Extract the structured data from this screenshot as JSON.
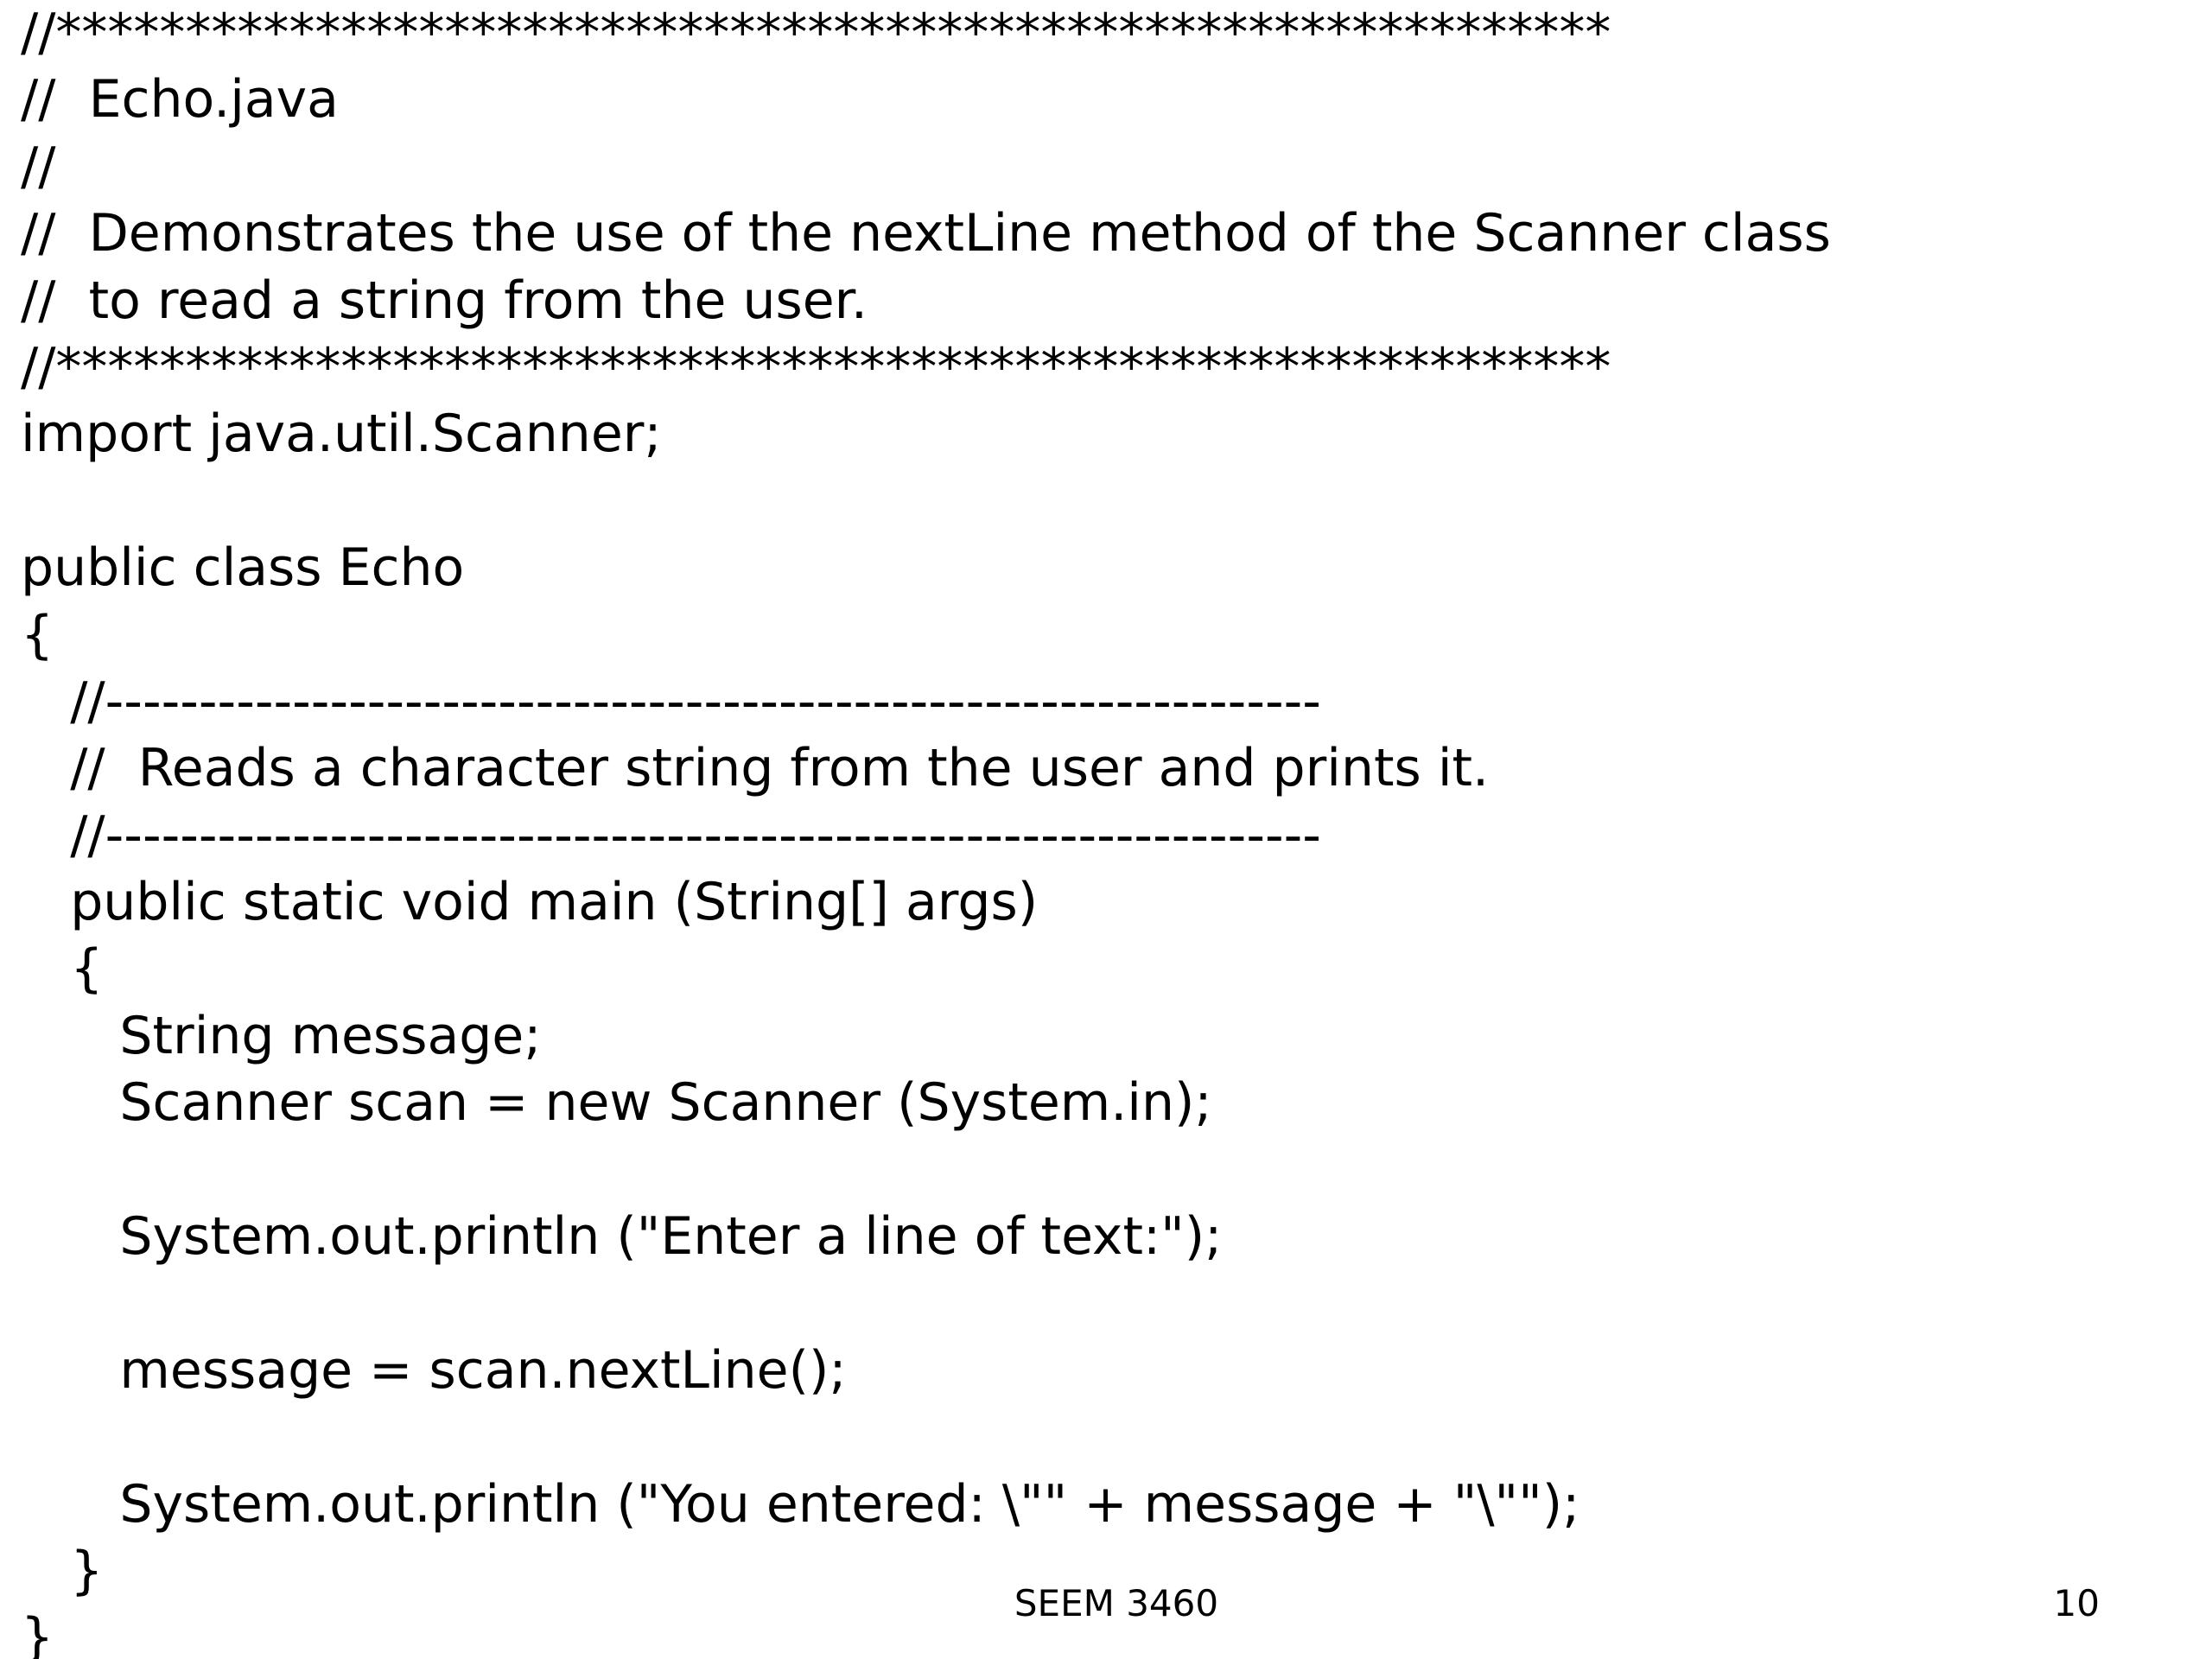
{
  "code_lines": [
    "//************************************************************",
    "//  Echo.java",
    "//",
    "//  Demonstrates the use of the nextLine method of the Scanner class",
    "//  to read a string from the user.",
    "//************************************************************",
    "import java.util.Scanner;",
    "",
    "public class Echo",
    "{",
    "   //-----------------------------------------------------------------",
    "   //  Reads a character string from the user and prints it.",
    "   //-----------------------------------------------------------------",
    "   public static void main (String[] args)",
    "   {",
    "      String message;",
    "      Scanner scan = new Scanner (System.in);",
    "",
    "      System.out.println (\"Enter a line of text:\");",
    "",
    "      message = scan.nextLine();",
    "",
    "      System.out.println (\"You entered: \\\"\" + message + \"\\\"\");",
    "   }",
    "}"
  ],
  "footer": {
    "course": "SEEM 3460",
    "page_number": "10"
  }
}
